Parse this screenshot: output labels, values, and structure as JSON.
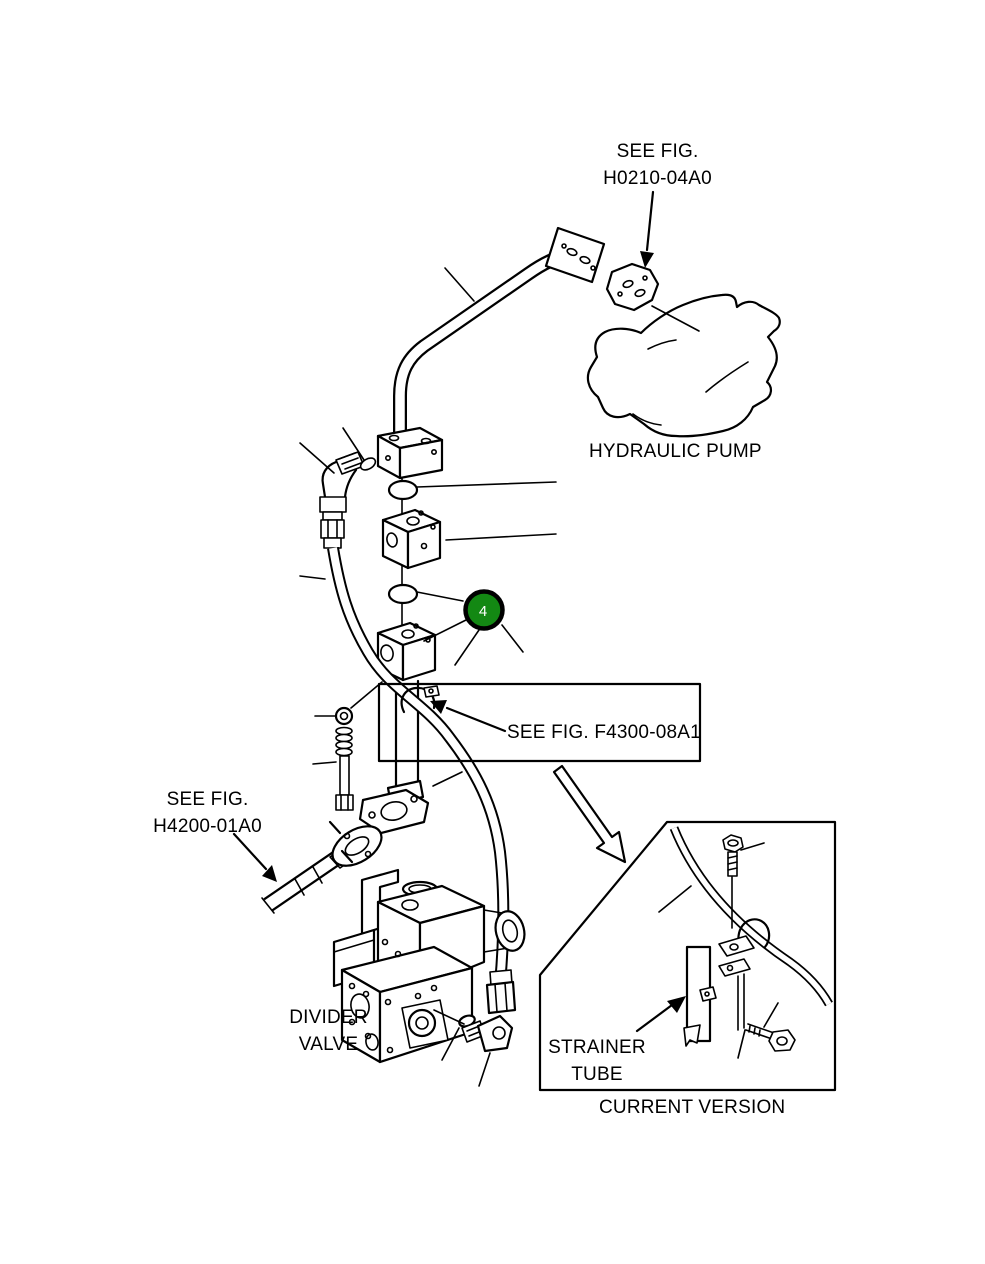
{
  "colors": {
    "background": "#ffffff",
    "line": "#000000",
    "callout_fill": "#138813",
    "callout_text": "#ffffff"
  },
  "labels": {
    "see_fig_h0210": {
      "line1": "SEE FIG.",
      "line2": "H0210-04A0"
    },
    "hydraulic_pump": "HYDRAULIC PUMP",
    "see_fig_f4300": "SEE FIG. F4300-08A1",
    "see_fig_h4200": {
      "line1": "SEE FIG.",
      "line2": "H4200-01A0"
    },
    "divider_valve": {
      "line1": "DIVIDER",
      "line2": "VALVE"
    },
    "strainer_tube": {
      "line1": "STRAINER",
      "line2": "TUBE"
    },
    "current_version": "CURRENT VERSION"
  },
  "callouts": [
    {
      "number": "4"
    }
  ]
}
